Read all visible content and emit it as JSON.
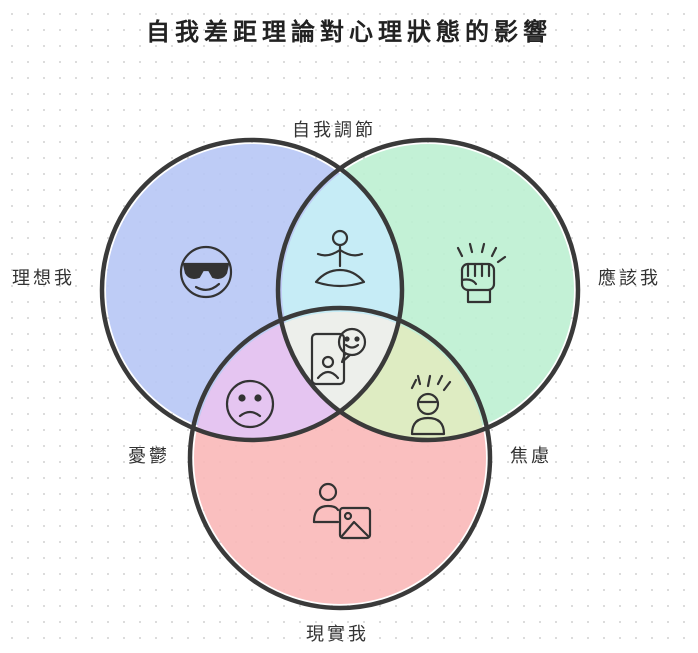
{
  "title": "自我差距理論對心理狀態的影響",
  "sets": [
    {
      "key": "ideal_self",
      "label": "理想我",
      "color": "#b7c6f5",
      "icon": "cool-face-sunglasses-icon"
    },
    {
      "key": "ought_self",
      "label": "應該我",
      "color": "#bdf0d2",
      "icon": "raised-fist-icon"
    },
    {
      "key": "actual_self",
      "label": "現實我",
      "color": "#f9b8b8",
      "icon": "user-picture-icon"
    }
  ],
  "intersections": [
    {
      "key": "ideal_ought",
      "label": "自我調節",
      "color": "#c6ecfa",
      "icon": "meditation-icon"
    },
    {
      "key": "ideal_actual",
      "label": "憂鬱",
      "color": "#e3c6f6",
      "icon": "sad-face-icon"
    },
    {
      "key": "ought_actual",
      "label": "焦慮",
      "color": "#dcf1c3",
      "icon": "stressed-person-icon"
    },
    {
      "key": "all_three",
      "label": "",
      "color": "#eeeeee",
      "icon": "video-call-user-icon"
    }
  ]
}
